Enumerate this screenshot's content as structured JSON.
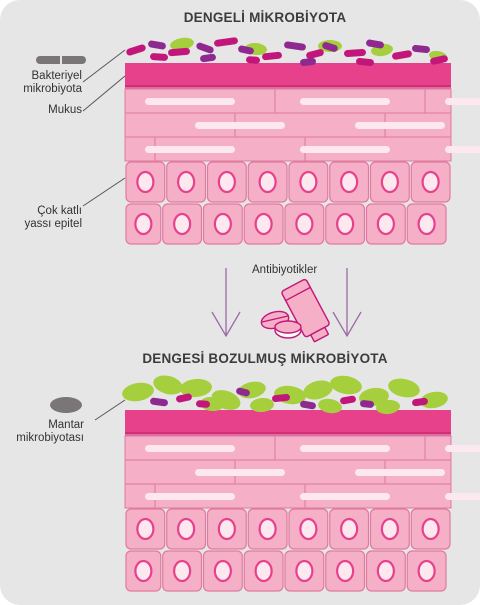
{
  "titles": {
    "top": "DENGELİ MİKROBİYOTA",
    "bottom": "DENGESİ BOZULMUŞ MİKROBİYOTA"
  },
  "labels": {
    "bacterial_line1": "Bakteriyel",
    "bacterial_line2": "mikrobiyota",
    "mucus": "Mukus",
    "epithelium_line1": "Çok katlı",
    "epithelium_line2": "yassı epitel",
    "antibiotics": "Antibiyotikler",
    "fungal_line1": "Mantar",
    "fungal_line2": "mikrobiyotası"
  },
  "colors": {
    "background": "#e6e6e7",
    "mucus": "#e8418c",
    "cell_fill": "#f5afc6",
    "cell_stroke": "#e07aa0",
    "nucleus": "#e8418c",
    "bacteria_purple": "#8e2a8f",
    "bacteria_magenta": "#c3167a",
    "fungi_green": "#a6cf3d",
    "arrow": "#9b6aa5",
    "legend_gray": "#7a7677"
  }
}
